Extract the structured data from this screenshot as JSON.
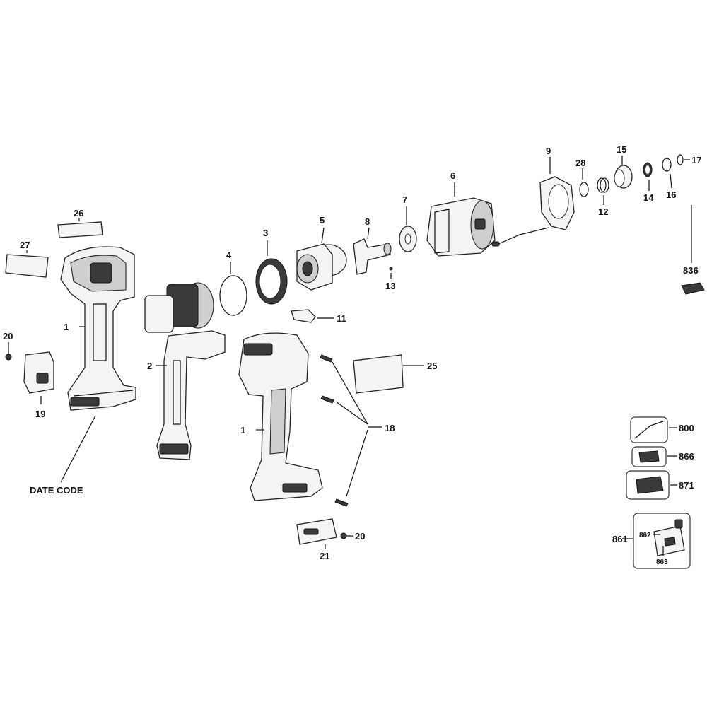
{
  "labels": {
    "p1a": "1",
    "p1b": "1",
    "p2": "2",
    "p3": "3",
    "p4": "4",
    "p5": "5",
    "p6": "6",
    "p7": "7",
    "p8": "8",
    "p9": "9",
    "p11": "11",
    "p12": "12",
    "p13": "13",
    "p14": "14",
    "p15": "15",
    "p16": "16",
    "p17": "17",
    "p18": "18",
    "p19": "19",
    "p20a": "20",
    "p20b": "20",
    "p21": "21",
    "p25": "25",
    "p26": "26",
    "p27": "27",
    "p28": "28",
    "p800": "800",
    "p836": "836",
    "p861": "861",
    "p862": "862",
    "p863": "863",
    "p866": "866",
    "p871": "871",
    "date_code": "DATE CODE"
  }
}
